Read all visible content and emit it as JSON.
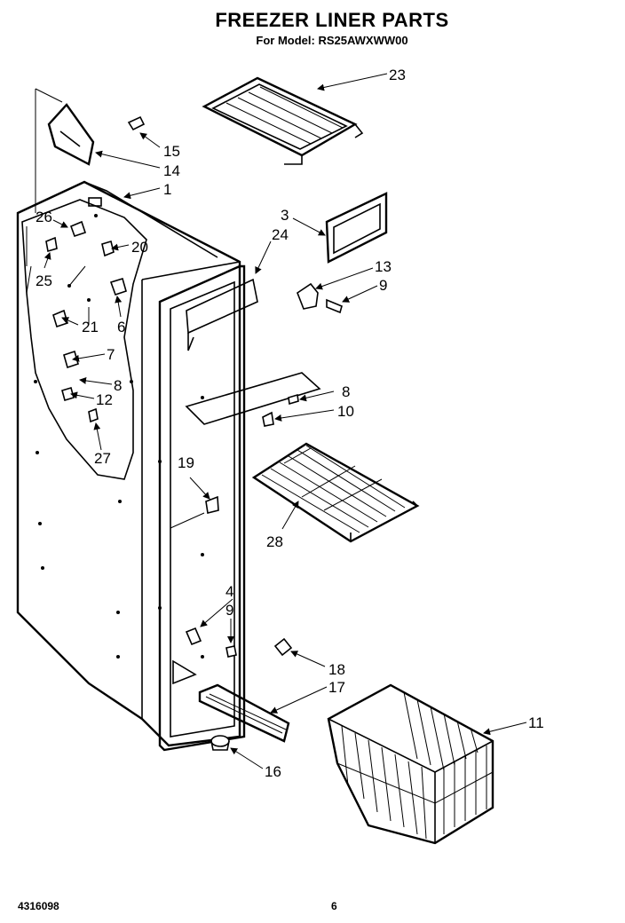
{
  "title": "FREEZER LINER PARTS",
  "subtitle": "For Model: RS25AWXWW00",
  "footer": {
    "doc_number": "4316098",
    "page_number": "6"
  },
  "callouts": {
    "c1": "1",
    "c3": "3",
    "c4": "4",
    "c6": "6",
    "c7": "7",
    "c8a": "8",
    "c8b": "8",
    "c9a": "9",
    "c9b": "9",
    "c10": "10",
    "c11": "11",
    "c12": "12",
    "c13": "13",
    "c14": "14",
    "c15": "15",
    "c16": "16",
    "c17": "17",
    "c18": "18",
    "c19": "19",
    "c20": "20",
    "c21": "21",
    "c23": "23",
    "c24": "24",
    "c25": "25",
    "c26": "26",
    "c27": "27",
    "c28": "28"
  }
}
